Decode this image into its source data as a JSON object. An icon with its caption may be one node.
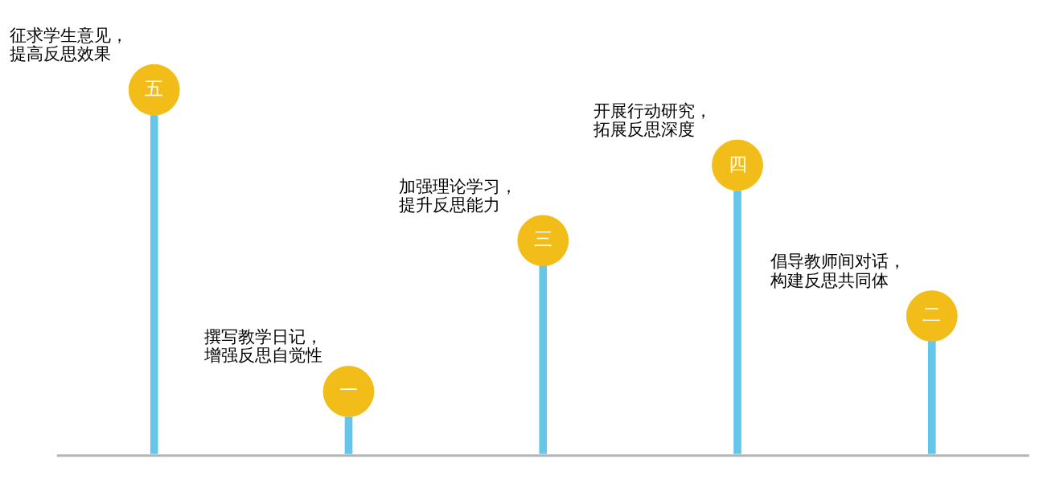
{
  "diagram": {
    "nodes": [
      {
        "text": [
          "五"
        ],
        "beside": [
          "征求学生意见，提高反思效果"
        ]
      },
      {
        "text": [
          "四"
        ],
        "beside": [
          "开展行动研究，拓展反思深度"
        ]
      },
      {
        "text": [
          "三"
        ],
        "beside": [
          "加强理论学习，提升反思能力"
        ]
      },
      {
        "text": [
          "二"
        ],
        "beside": [
          "倡导教师间对话，构建反思共同体"
        ]
      },
      {
        "text": [
          "一"
        ],
        "beside": [
          "撰写教学日记，增强反思自觉性"
        ]
      },
      {
        "text": [],
        "shape": "bar"
      }
    ],
    "edges": [
      {
        "from": 0,
        "to": 5,
        "arrow": "none"
      },
      {
        "from": 1,
        "to": 5,
        "arrow": "none"
      },
      {
        "from": 2,
        "to": 5,
        "arrow": "none"
      },
      {
        "from": 3,
        "to": 5,
        "arrow": "none"
      },
      {
        "from": 4,
        "to": 5,
        "arrow": "none"
      }
    ]
  }
}
